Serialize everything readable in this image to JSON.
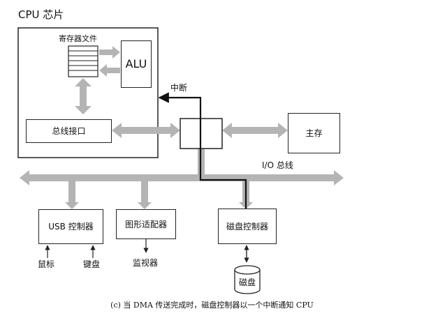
{
  "cpu_chip": {
    "label": "CPU 芯片"
  },
  "register_file": {
    "label": "寄存器文件"
  },
  "alu": {
    "label": "ALU"
  },
  "bus_interface": {
    "label": "总线接口"
  },
  "interrupt": {
    "label": "中断"
  },
  "main_memory": {
    "label": "主存"
  },
  "io_bus": {
    "label": "I/O 总线"
  },
  "usb_controller": {
    "label": "USB 控制器"
  },
  "graphics_adapter": {
    "label": "图形适配器"
  },
  "disk_controller": {
    "label": "磁盘控制器"
  },
  "mouse": {
    "label": "鼠标"
  },
  "keyboard": {
    "label": "键盘"
  },
  "monitor": {
    "label": "监视器"
  },
  "disk": {
    "label": "磁盘"
  },
  "caption": {
    "text": "(c) 当 DMA 传送完成时，磁盘控制器以一个中断通知 CPU"
  },
  "colors": {
    "bus_arrow": "#b4b4b4",
    "stroke": "#222222",
    "interrupt_line": "#111111"
  }
}
